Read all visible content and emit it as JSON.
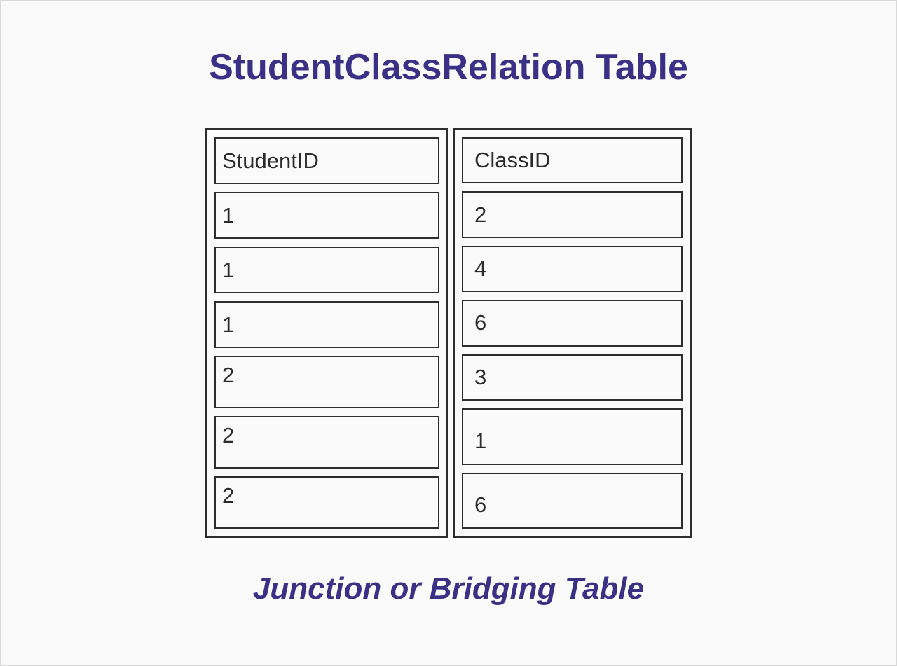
{
  "page": {
    "title": "StudentClassRelation Table",
    "caption": "Junction or Bridging Table"
  },
  "table": {
    "columns": [
      {
        "header": "StudentID",
        "values": [
          "1",
          "1",
          "1",
          "2",
          "2",
          "2"
        ]
      },
      {
        "header": "ClassID",
        "values": [
          "2",
          "4",
          "6",
          "3",
          "1",
          "6"
        ]
      }
    ],
    "rows": [
      [
        "1",
        "2"
      ],
      [
        "1",
        "4"
      ],
      [
        "1",
        "6"
      ],
      [
        "2",
        "3"
      ],
      [
        "2",
        "1"
      ],
      [
        "2",
        "6"
      ]
    ]
  },
  "colors": {
    "accent_title": "#3a3187",
    "table_border": "#2e2e2e",
    "table_text": "#2b2b2b",
    "background": "#fafafa",
    "page_edge": "#d9d9d9"
  }
}
